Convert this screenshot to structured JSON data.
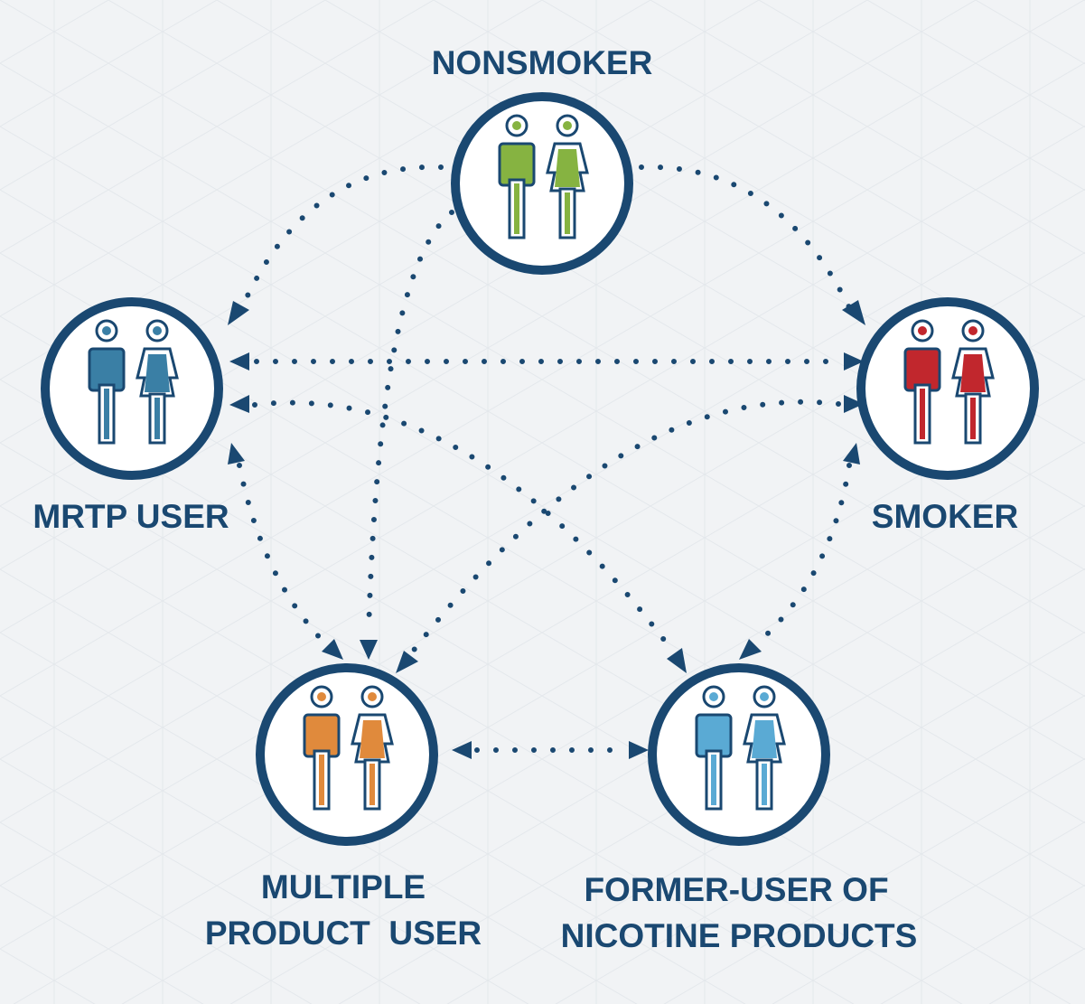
{
  "nodes": {
    "nonsmoker": {
      "label": "NONSMOKER",
      "color": "#86b341"
    },
    "mrtp_user": {
      "label": "MRTP USER",
      "color": "#3a7fa5"
    },
    "smoker": {
      "label": "SMOKER",
      "color": "#c1272d"
    },
    "multiple_product_user": {
      "label_line1": "MULTIPLE",
      "label_line2": "PRODUCT  USER",
      "color": "#e08a3c"
    },
    "former_user": {
      "label_line1": "FORMER-USER OF",
      "label_line2": "NICOTINE PRODUCTS",
      "color": "#5aaad4"
    }
  },
  "colors": {
    "outline": "#1a4871",
    "background": "#f1f3f5"
  },
  "icons": {
    "person_pair": "male-female-person-icon"
  },
  "transitions": [
    {
      "from": "nonsmoker",
      "to": "mrtp_user",
      "direction": "one-way"
    },
    {
      "from": "nonsmoker",
      "to": "smoker",
      "direction": "one-way"
    },
    {
      "from": "nonsmoker",
      "to": "multiple_product_user",
      "direction": "one-way"
    },
    {
      "from": "mrtp_user",
      "to": "smoker",
      "direction": "two-way"
    },
    {
      "from": "mrtp_user",
      "to": "former_user",
      "direction": "two-way"
    },
    {
      "from": "mrtp_user",
      "to": "multiple_product_user",
      "direction": "two-way"
    },
    {
      "from": "smoker",
      "to": "multiple_product_user",
      "direction": "two-way"
    },
    {
      "from": "smoker",
      "to": "former_user",
      "direction": "two-way"
    },
    {
      "from": "multiple_product_user",
      "to": "former_user",
      "direction": "two-way"
    }
  ]
}
